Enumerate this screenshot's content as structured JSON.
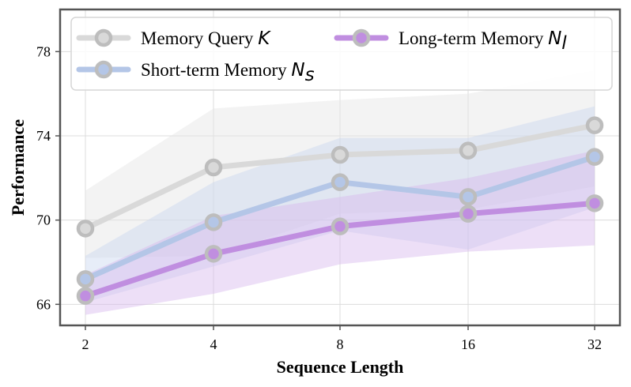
{
  "chart_data": {
    "type": "line",
    "xlabel": "Sequence Length",
    "ylabel": "Performance",
    "x": [
      2,
      4,
      8,
      16,
      32
    ],
    "x_ticks": [
      "2",
      "4",
      "8",
      "16",
      "32"
    ],
    "y_ticks": [
      "66",
      "70",
      "74",
      "78"
    ],
    "ylim": [
      65,
      80
    ],
    "grid": true,
    "legend_position": "top",
    "series": [
      {
        "name": "Memory Query",
        "symbol": "K",
        "values": [
          69.6,
          72.5,
          73.1,
          73.3,
          74.5
        ],
        "band_upper": [
          71.4,
          75.3,
          75.7,
          76.0,
          77.1
        ],
        "band_lower": [
          68.2,
          68.3,
          70.3,
          70.5,
          71.6
        ],
        "color": "#d9d9d9",
        "band_color": "#e4e4e4"
      },
      {
        "name": "Short-term Memory",
        "symbol": "N",
        "subscript": "s",
        "values": [
          67.2,
          69.9,
          71.8,
          71.1,
          73.0
        ],
        "band_upper": [
          68.3,
          71.8,
          73.9,
          73.9,
          75.4
        ],
        "band_lower": [
          66.1,
          67.8,
          69.5,
          68.6,
          70.6
        ],
        "color": "#b4c6e7",
        "band_color": "#c9d6ef"
      },
      {
        "name": "Long-term Memory",
        "symbol": "N",
        "subscript": "l",
        "values": [
          66.4,
          68.4,
          69.7,
          70.3,
          70.8
        ],
        "band_upper": [
          67.4,
          70.2,
          71.1,
          72.0,
          73.3
        ],
        "band_lower": [
          65.5,
          66.5,
          67.9,
          68.5,
          68.8
        ],
        "color": "#c08ee0",
        "band_color": "#d6b8ee"
      }
    ]
  }
}
